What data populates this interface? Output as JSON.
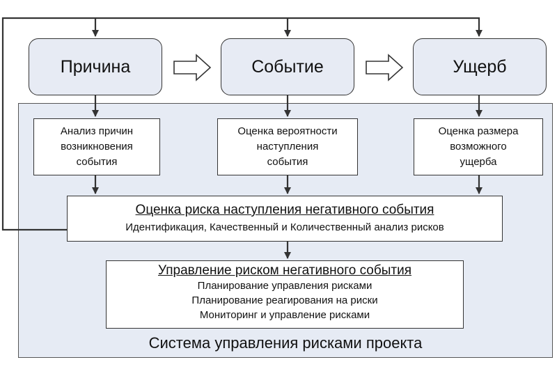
{
  "top_boxes": {
    "cause": "Причина",
    "event": "Событие",
    "damage": "Ущерб"
  },
  "analysis": {
    "cause": [
      "Анализ причин",
      "возникновения",
      "события"
    ],
    "event": [
      "Оценка вероятности",
      "наступления",
      "события"
    ],
    "damage": [
      "Оценка размера",
      "возможного",
      "ущерба"
    ]
  },
  "risk_assessment": {
    "title": "Оценка риска наступления негативного события",
    "subtitle": "Идентификация, Качественный и Количественный анализ рисков"
  },
  "risk_management": {
    "title": "Управление риском негативного события",
    "items": [
      "Планирование управления рисками",
      "Планирование реагирования на риски",
      "Мониторинг и управление рисками"
    ]
  },
  "system_label": "Система управления рисками проекта",
  "colors": {
    "panel": "#e6ebf4",
    "top_box": "#e7ebf4",
    "line": "#333333"
  }
}
